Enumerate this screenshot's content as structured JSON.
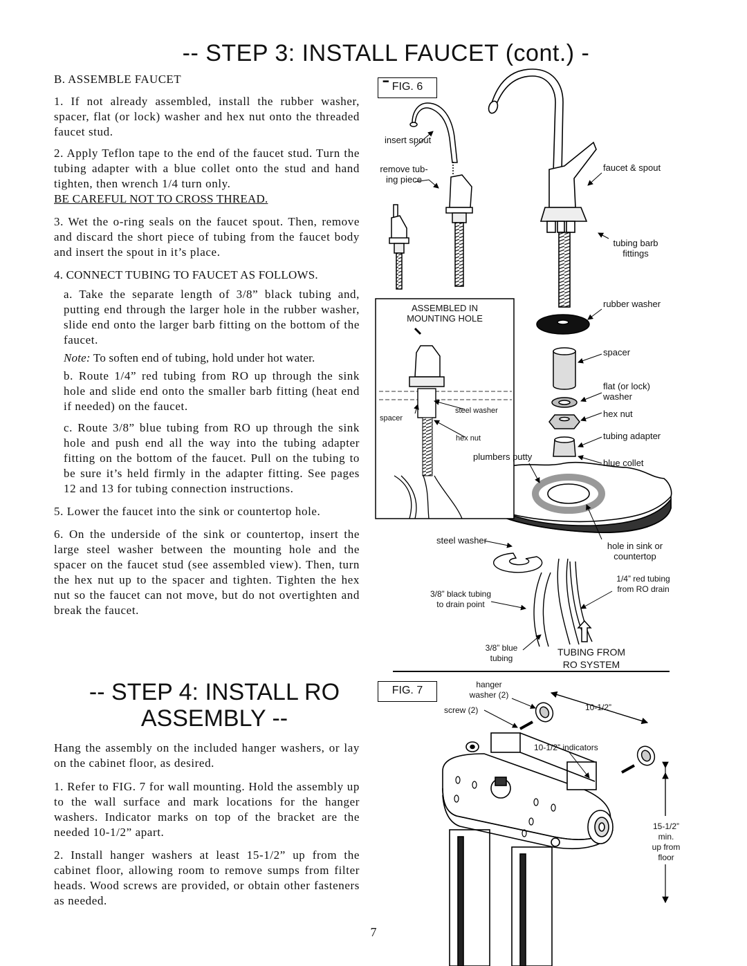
{
  "page": {
    "title": "-- STEP 3: INSTALL FAUCET (cont.) --",
    "page_number": "7"
  },
  "sectionB": {
    "heading": "B. ASSEMBLE FAUCET",
    "p1": "1. If not already assembled, install the rubber washer, spacer, flat (or lock) washer and hex nut onto the threaded faucet stud.",
    "p2": "2. Apply Teflon tape to the end of the faucet stud. Turn the tubing adapter with a blue collet onto the stud and hand tighten, then wrench 1/4 turn only.",
    "p2_caution": "BE CAREFUL NOT TO CROSS THREAD.",
    "p3": "3. Wet the o-ring seals on the faucet spout. Then, remove and discard the short piece of tubing from the faucet body and insert the spout in it’s place.",
    "p4": "4. CONNECT TUBING TO FAUCET AS FOLLOWS.",
    "p4a": "a. Take the separate length of 3/8” black tubing and, putting end through the larger hole in the rubber washer, slide end onto the larger barb fitting on the bottom of the faucet.",
    "note_label": "Note:",
    "note_text": " To soften end of tubing, hold under hot water.",
    "p4b": "b. Route 1/4” red tubing from RO up through the sink hole and slide end onto the smaller barb fitting (heat end if needed) on the faucet.",
    "p4c": "c. Route 3/8” blue tubing from RO up through the sink hole and push end all the way into the tubing adapter fitting on the bottom of the faucet. Pull on the tubing to be sure it’s held firmly in the adapter fitting. See pages 12 and 13 for tubing connection instructions.",
    "p5": "5. Lower the faucet into the sink or countertop hole.",
    "p6": "6. On the underside of the sink or countertop, insert the large steel washer between the mounting hole and the spacer on the faucet stud (see assembled view). Then, turn the hex nut up to the spacer and tighten. Tighten the hex nut so the faucet can not move, but do not overtighten and break the faucet."
  },
  "step4": {
    "title_line1": "-- STEP 4: INSTALL RO",
    "title_line2": "ASSEMBLY --",
    "intro": "Hang the assembly on the included hanger washers, or lay on the cabinet floor, as desired.",
    "p1": "1. Refer to FIG. 7 for wall mounting. Hold the assembly up to the wall surface and mark locations for the hanger washers. Indicator marks on top of the bracket are the needed 10-1/2” apart.",
    "p2": "2. Install hanger washers at least 15-1/2” up from the cabinet floor, allowing room to remove sumps from filter heads. Wood screws are provided, or obtain other fasteners as needed."
  },
  "fig6": {
    "label": "FIG. 6",
    "insert_spout": "insert spout",
    "remove_tubing_1": "remove tub-",
    "remove_tubing_2": "ing piece",
    "faucet_spout": "faucet & spout",
    "tubing_barb_1": "tubing barb",
    "tubing_barb_2": "fittings",
    "rubber_washer": "rubber washer",
    "inset_title_1": "ASSEMBLED IN",
    "inset_title_2": "MOUNTING HOLE",
    "spacer": "spacer",
    "flat_washer_1": "flat (or lock)",
    "flat_washer_2": "washer",
    "hex_nut": "hex nut",
    "inset_steel_washer": "steel washer",
    "inset_spacer": "spacer",
    "inset_hex_nut": "hex nut",
    "tubing_adapter": "tubing adapter",
    "plumbers_putty": "plumbers putty",
    "blue_collet": "blue collet",
    "steel_washer": "steel washer",
    "hole_1": "hole in sink or",
    "hole_2": "countertop",
    "red_tubing_1": "1/4” red tubing",
    "red_tubing_2": "from RO drain",
    "black_tubing_1": "3/8” black tubing",
    "black_tubing_2": "to drain point",
    "blue_tubing_1": "3/8” blue",
    "blue_tubing_2": "tubing",
    "tubing_from_1": "TUBING FROM",
    "tubing_from_2": "RO SYSTEM"
  },
  "fig7": {
    "label": "FIG. 7",
    "hanger_1": "hanger",
    "hanger_2": "washer (2)",
    "screw": "screw (2)",
    "dim_h": "10-1/2”",
    "indicators": "10-1/2” indicators",
    "dim_v_1": "15-1/2”",
    "dim_v_2": "min.",
    "dim_v_3": "up from",
    "dim_v_4": "floor"
  }
}
